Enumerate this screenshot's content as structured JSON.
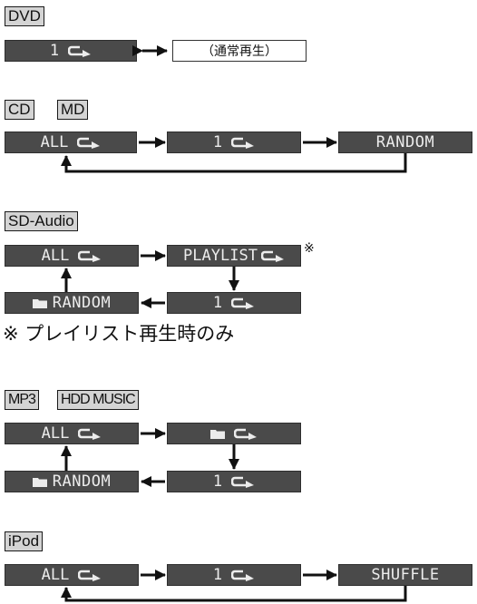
{
  "sections": {
    "dvd": {
      "labels": [
        "DVD"
      ],
      "boxes": [
        "1"
      ],
      "normal_play": "（通常再生）"
    },
    "cd_md": {
      "labels": [
        "CD",
        "MD"
      ],
      "boxes": [
        "ALL",
        "1",
        "RANDOM"
      ]
    },
    "sd_audio": {
      "labels": [
        "SD-Audio"
      ],
      "boxes": [
        "ALL",
        "PLAYLIST",
        "1",
        "RANDOM"
      ],
      "mark": "※",
      "note": "※ プレイリスト再生時のみ"
    },
    "mp3_hdd": {
      "labels": [
        "MP3",
        "HDD MUSIC"
      ],
      "boxes": [
        "ALL",
        "1",
        "RANDOM"
      ]
    },
    "ipod": {
      "labels": [
        "iPod"
      ],
      "boxes": [
        "ALL",
        "1",
        "SHUFFLE"
      ]
    }
  },
  "icons": {
    "repeat": "repeat-arrow-icon",
    "folder": "folder-icon",
    "arrow": "arrow-icon"
  },
  "colors": {
    "box_fill": "#4a4a4a",
    "box_text": "#ececec",
    "label_fill": "#d4d4d4",
    "line": "#111111"
  }
}
